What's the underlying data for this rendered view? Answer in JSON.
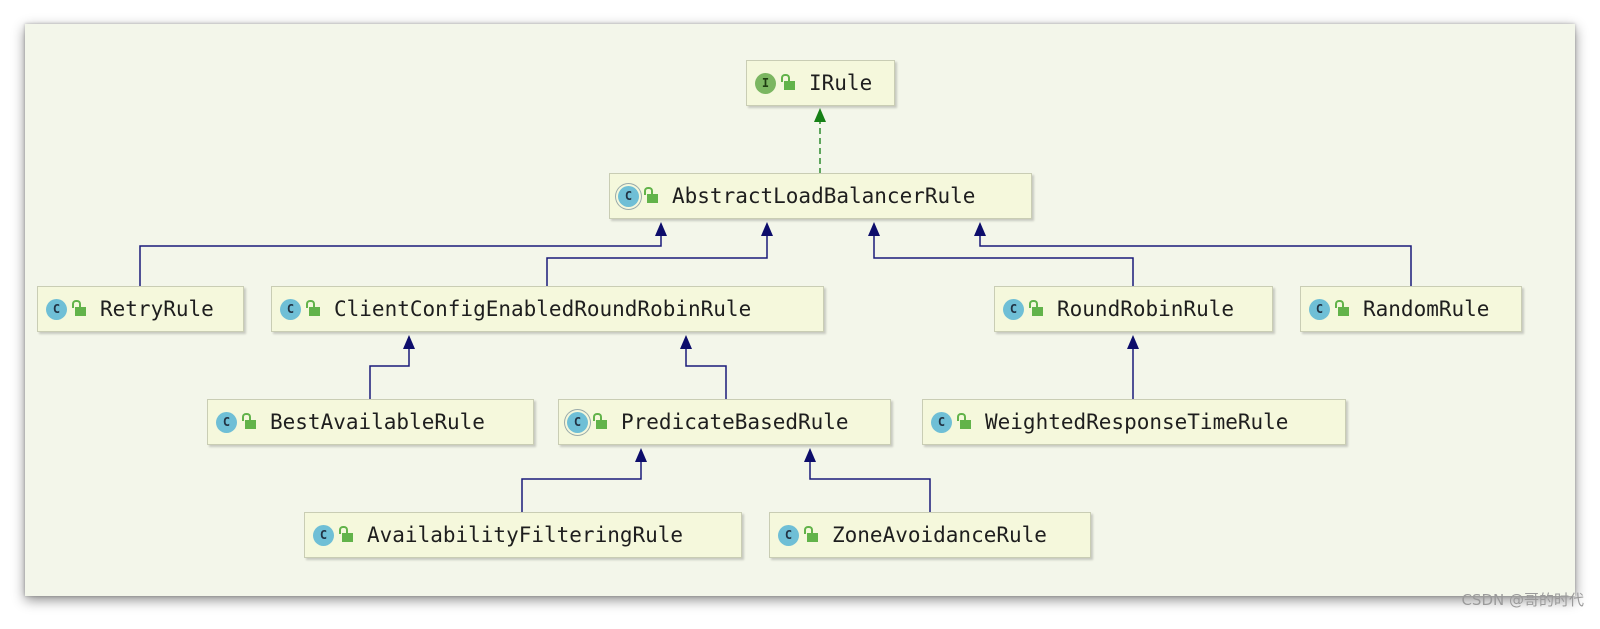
{
  "diagram": {
    "nodes": [
      {
        "id": "irule",
        "kind": "interface",
        "badge": "I",
        "label": "IRule"
      },
      {
        "id": "abstract",
        "kind": "abstract",
        "badge": "C",
        "label": "AbstractLoadBalancerRule"
      },
      {
        "id": "retry",
        "kind": "class",
        "badge": "C",
        "label": "RetryRule"
      },
      {
        "id": "clientconfig",
        "kind": "class",
        "badge": "C",
        "label": "ClientConfigEnabledRoundRobinRule"
      },
      {
        "id": "roundrobin",
        "kind": "class",
        "badge": "C",
        "label": "RoundRobinRule"
      },
      {
        "id": "random",
        "kind": "class",
        "badge": "C",
        "label": "RandomRule"
      },
      {
        "id": "bestavailable",
        "kind": "class",
        "badge": "C",
        "label": "BestAvailableRule"
      },
      {
        "id": "predicate",
        "kind": "abstract",
        "badge": "C",
        "label": "PredicateBasedRule"
      },
      {
        "id": "weighted",
        "kind": "class",
        "badge": "C",
        "label": "WeightedResponseTimeRule"
      },
      {
        "id": "availability",
        "kind": "class",
        "badge": "C",
        "label": "AvailabilityFilteringRule"
      },
      {
        "id": "zone",
        "kind": "class",
        "badge": "C",
        "label": "ZoneAvoidanceRule"
      }
    ],
    "edges": [
      {
        "from": "abstract",
        "to": "irule",
        "type": "implements",
        "color": "#2e8b2e"
      },
      {
        "from": "retry",
        "to": "abstract",
        "type": "extends",
        "color": "#1a1a7a"
      },
      {
        "from": "clientconfig",
        "to": "abstract",
        "type": "extends",
        "color": "#1a1a7a"
      },
      {
        "from": "roundrobin",
        "to": "abstract",
        "type": "extends",
        "color": "#1a1a7a"
      },
      {
        "from": "random",
        "to": "abstract",
        "type": "extends",
        "color": "#1a1a7a"
      },
      {
        "from": "bestavailable",
        "to": "clientconfig",
        "type": "extends",
        "color": "#1a1a7a"
      },
      {
        "from": "predicate",
        "to": "clientconfig",
        "type": "extends",
        "color": "#1a1a7a"
      },
      {
        "from": "weighted",
        "to": "roundrobin",
        "type": "extends",
        "color": "#1a1a7a"
      },
      {
        "from": "availability",
        "to": "predicate",
        "type": "extends",
        "color": "#1a1a7a"
      },
      {
        "from": "zone",
        "to": "predicate",
        "type": "extends",
        "color": "#1a1a7a"
      }
    ]
  },
  "watermark": "CSDN @哥的时代"
}
